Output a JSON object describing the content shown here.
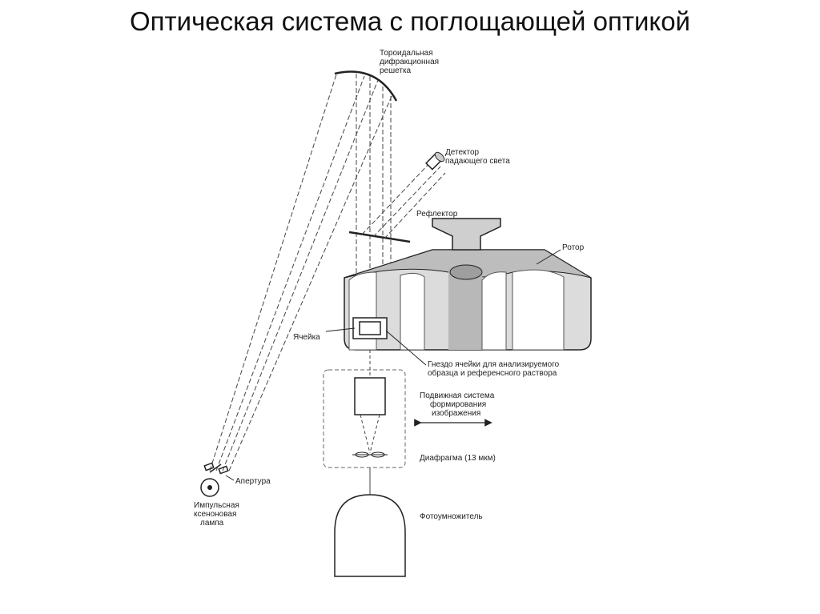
{
  "title": "Оптическая система с поглощающей оптикой",
  "labels": {
    "grating": [
      "Тороидальная",
      "дифракционная",
      "решетка"
    ],
    "detector": [
      "Детектор",
      "падающего света"
    ],
    "reflector": "Рефлектор",
    "rotor": "Ротор",
    "cell": "Ячейка",
    "cell_socket": [
      "Гнездо ячейки для анализируемого",
      "образца и референсного раствора"
    ],
    "imaging": [
      "Подвижная система",
      "формирования",
      "изображения"
    ],
    "diaphragm": "Диафрагма (13 мкм)",
    "aperture": "Апертура",
    "lamp": [
      "Импульсная",
      "ксеноновая",
      "лампа"
    ],
    "photomultiplier": "Фотоумножитель"
  }
}
